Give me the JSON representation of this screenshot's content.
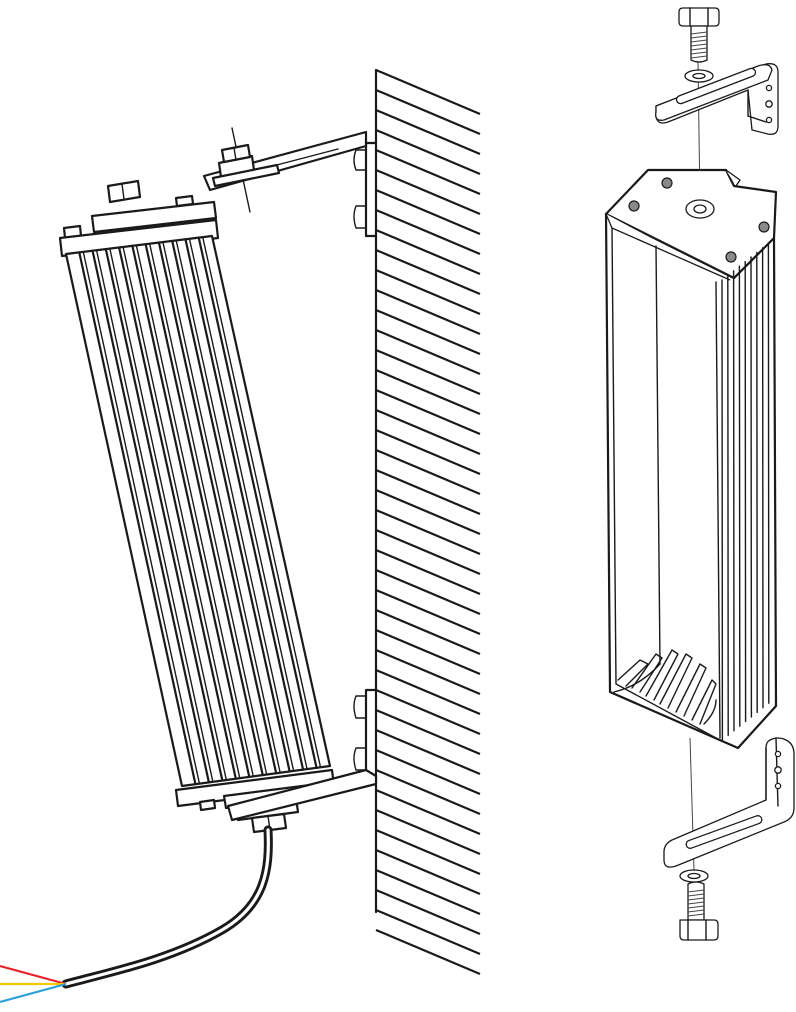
{
  "figure": {
    "type": "installation-diagram",
    "colors": {
      "line": "#1a1a1a",
      "background": "#ffffff",
      "wire_red": "#e8202a",
      "wire_yellow": "#f5c800",
      "wire_blue": "#2a9fd8",
      "bolt_hole_fill": "#8a8a8a"
    },
    "wire_colors_order": [
      "red",
      "yellow",
      "blue"
    ],
    "fixture_fin_count": 11
  }
}
